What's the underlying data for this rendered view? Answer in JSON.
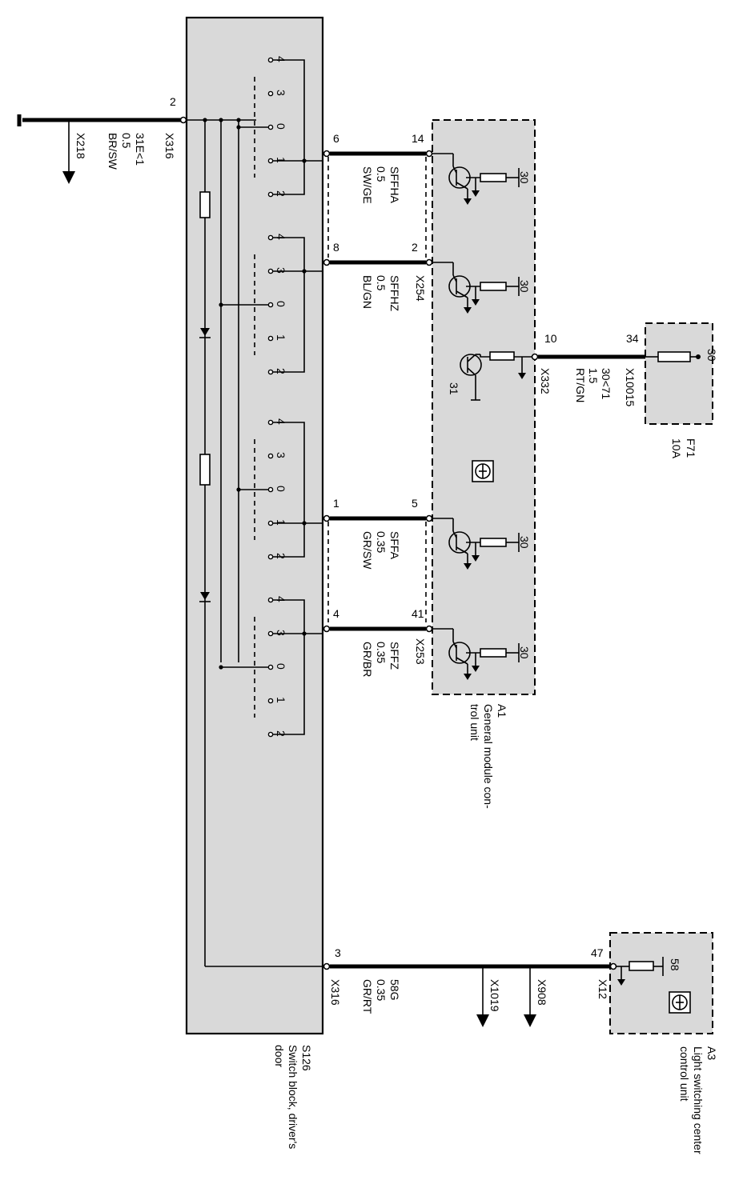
{
  "switch_block": {
    "id": "S126",
    "name_line1": "Switch block, driver's",
    "name_line2": "door",
    "contact_labels": [
      "4",
      "3",
      "0",
      "1",
      "2"
    ]
  },
  "ground_connector": {
    "pin": "2",
    "connector": "X316",
    "signal": "31E<1",
    "size": "0.5",
    "color": "BR/SW",
    "ground": "X218"
  },
  "gm_unit": {
    "id": "A1",
    "name_line1": "General module con-",
    "name_line2": "trol unit",
    "connectors": [
      "X254",
      "X253",
      "X332"
    ],
    "supply_pin": "10",
    "ground_label": "31",
    "pin_voltage": "30"
  },
  "wires": [
    {
      "switch_pin": "6",
      "gm_pin": "14",
      "signal": "SFFHA",
      "size": "0.5",
      "color": "SW/GE"
    },
    {
      "switch_pin": "8",
      "gm_pin": "2",
      "signal": "SFFHZ",
      "size": "0.5",
      "color": "BL/GN"
    },
    {
      "switch_pin": "1",
      "gm_pin": "5",
      "signal": "SFFA",
      "size": "0.35",
      "color": "GR/SW"
    },
    {
      "switch_pin": "4",
      "gm_pin": "41",
      "signal": "SFFZ",
      "size": "0.35",
      "color": "GR/BR"
    }
  ],
  "fuse": {
    "id": "F71",
    "rating": "10A",
    "pin": "34",
    "terminal": "30",
    "connector": "X10015",
    "signal": "30<71",
    "size": "1.5",
    "color": "RT/GN"
  },
  "light_unit": {
    "id": "A3",
    "name_line1": "Light switching center",
    "name_line2": "control unit",
    "pin": "47",
    "connector": "X12",
    "terminal": "58"
  },
  "dimmer_wire": {
    "switch_pin": "3",
    "connector": "X316",
    "signal": "58G",
    "size": "0.35",
    "color": "GR/RT",
    "branches": [
      "X1019",
      "X908"
    ]
  }
}
